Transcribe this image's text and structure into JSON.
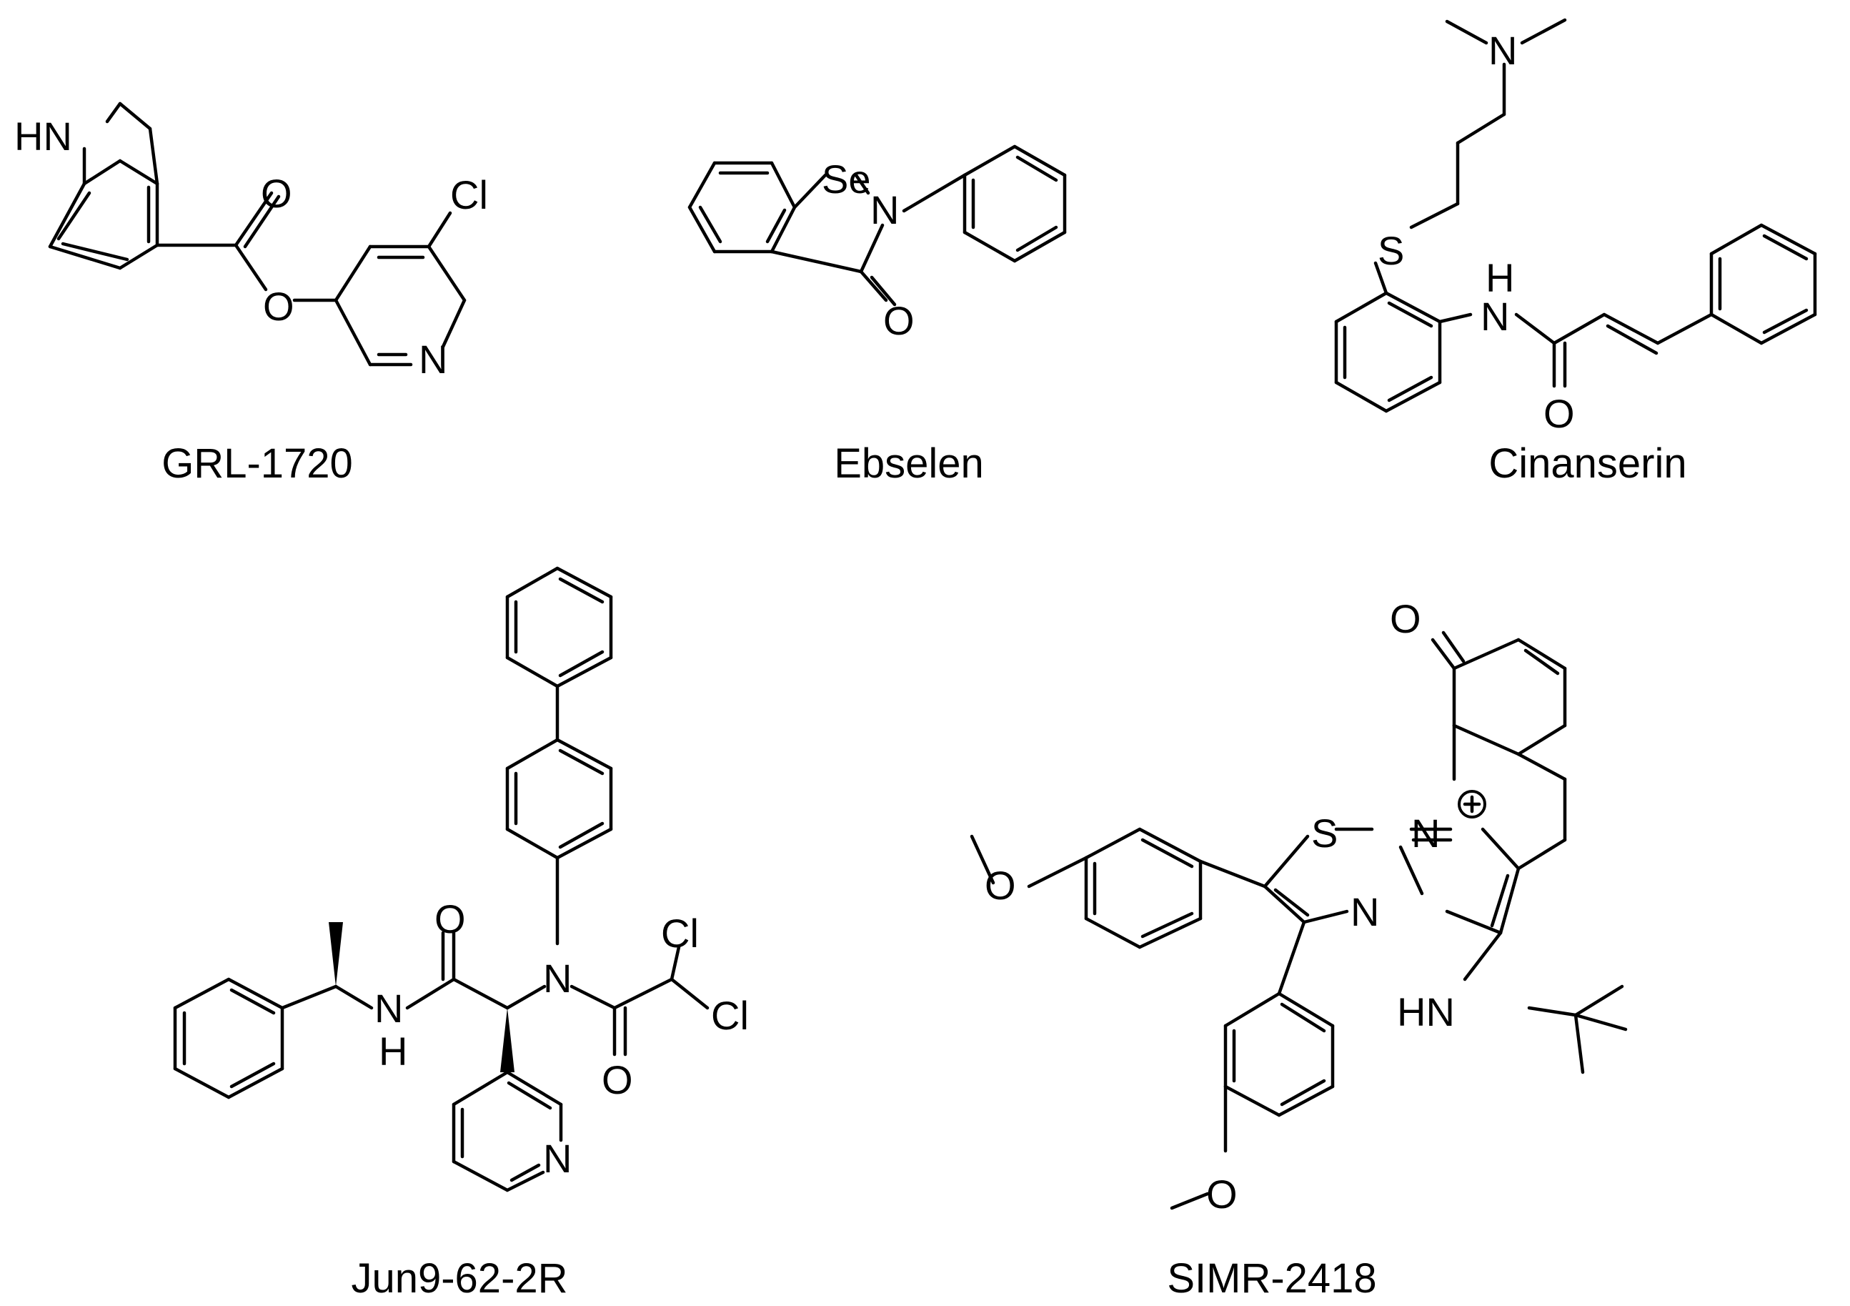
{
  "compounds": [
    {
      "name": "GRL-1720",
      "atoms": [
        "HN",
        "O",
        "O",
        "Cl",
        "N"
      ]
    },
    {
      "name": "Ebselen",
      "atoms": [
        "Se",
        "N",
        "O"
      ]
    },
    {
      "name": "Cinanserin",
      "atoms": [
        "N",
        "S",
        "H",
        "N",
        "O"
      ]
    },
    {
      "name": "Jun9-62-2R",
      "atoms": [
        "N",
        "H",
        "O",
        "N",
        "Cl",
        "Cl",
        "O",
        "N"
      ]
    },
    {
      "name": "SIMR-2418",
      "atoms": [
        "O",
        "S",
        "N",
        "N",
        "O",
        "HN",
        "O"
      ],
      "charge": "+"
    }
  ]
}
